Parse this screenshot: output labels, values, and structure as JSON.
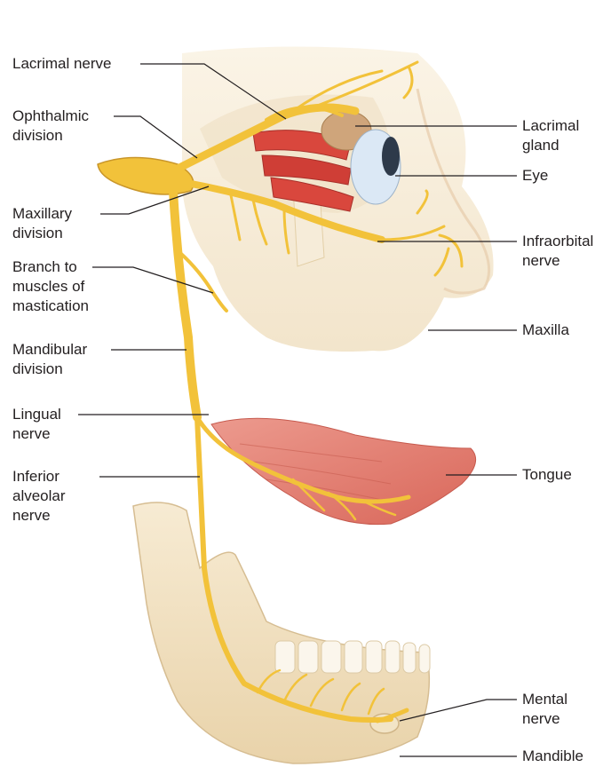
{
  "labels": {
    "lacrimal_nerve": "Lacrimal nerve",
    "ophthalmic_division": "Ophthalmic\ndivision",
    "maxillary_division": "Maxillary\ndivision",
    "branch_to_muscles": "Branch to\nmuscles of\nmastication",
    "mandibular_division": "Mandibular\ndivision",
    "lingual_nerve": "Lingual\nnerve",
    "inferior_alveolar_nerve": "Inferior\nalveolar\nnerve",
    "lacrimal_gland": "Lacrimal\ngland",
    "eye": "Eye",
    "infraorbital_nerve": "Infraorbital\nnerve",
    "maxilla": "Maxilla",
    "tongue": "Tongue",
    "mental_nerve": "Mental\nnerve",
    "mandible": "Mandible"
  },
  "colors": {
    "nerve": "#f2c23a",
    "nerve_outline": "#c9962a",
    "bone": "#f4e6c9",
    "bone_shadow": "#e3cfa6",
    "muscle": "#d9473d",
    "tongue": "#e8867a",
    "eye": "#dbe8f5",
    "gland": "#cfa57b",
    "leader": "#231f20"
  }
}
